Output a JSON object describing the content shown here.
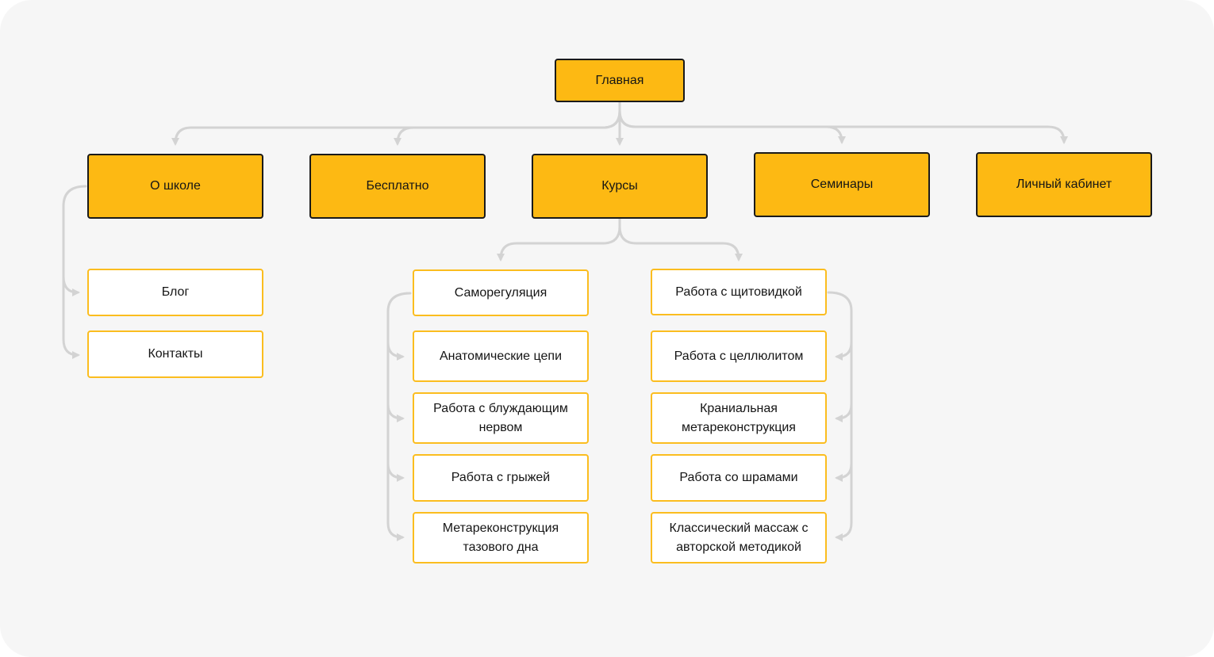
{
  "diagram": {
    "root": "Главная",
    "sections": {
      "about": "О школе",
      "free": "Бесплатно",
      "courses": "Курсы",
      "seminars": "Семинары",
      "account": "Личный кабинет"
    },
    "about_children": {
      "blog": "Блог",
      "contacts": "Контакты"
    },
    "courses_left": {
      "selfregulation": "Саморегуляция",
      "anatomic_chains": "Анатомические цепи",
      "vagus_nerve": "Работа с блуждающим нервом",
      "hernia": "Работа с грыжей",
      "pelvic_floor": "Метареконструкция тазового дна"
    },
    "courses_right": {
      "thyroid": "Работа с щитовидкой",
      "cellulite": "Работа с целлюлитом",
      "cranial": "Краниальная метареконструкция",
      "scars": "Работа со шрамами",
      "classic_massage": "Классический массаж с авторской методикой"
    }
  }
}
